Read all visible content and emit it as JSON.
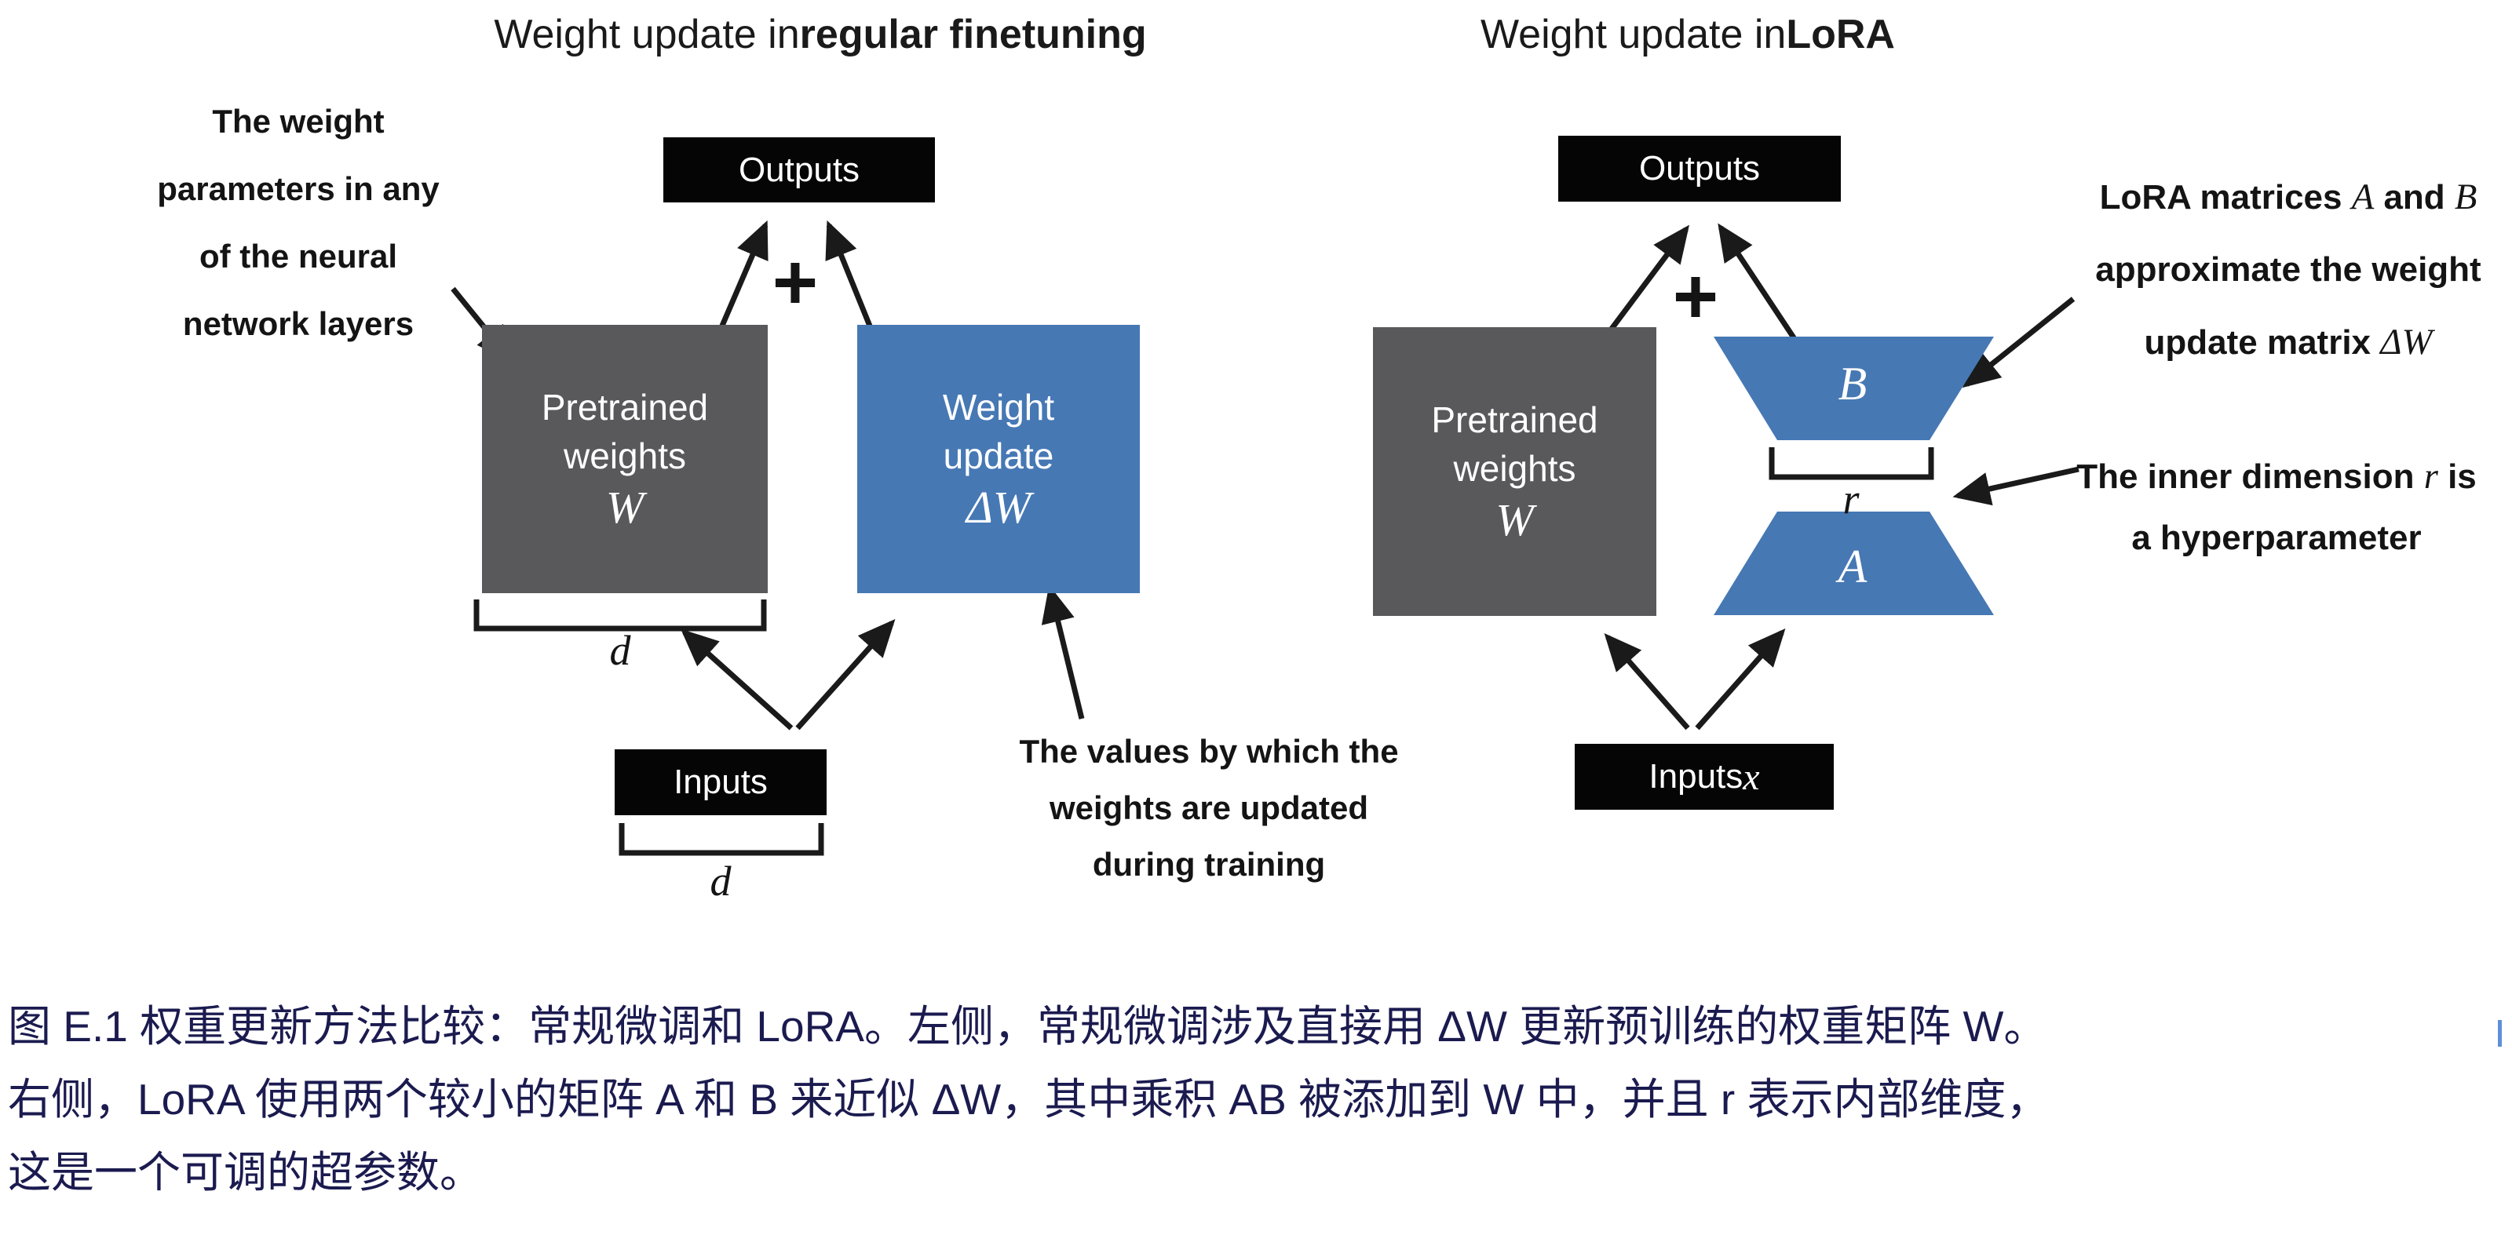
{
  "colors": {
    "matrix_gray": "#59595b",
    "matrix_blue": "#4678b4",
    "io_black": "#050505",
    "caption_navy": "#1b1b50",
    "arrow_black": "#1a1a1a",
    "cursor_blue": "#5f8fd9"
  },
  "left_panel": {
    "title_segments": [
      {
        "t": "Weight update in "
      },
      {
        "t": "regular finetuning",
        "b": true
      }
    ],
    "annotation_weights": {
      "lines": [
        "The weight",
        "parameters in any",
        "of the neural",
        "network layers"
      ]
    },
    "outputs_label": "Outputs",
    "plus_sign": "+",
    "pretrained_box": {
      "line1": "Pretrained",
      "line2": "weights",
      "math": "W"
    },
    "update_box": {
      "line1": "Weight",
      "line2": "update",
      "math": "ΔW"
    },
    "dim_label_weights": "d",
    "inputs_label": "Inputs",
    "dim_label_inputs": "d",
    "annotation_values": {
      "lines": [
        "The values by which the",
        "weights are updated",
        "during training"
      ]
    }
  },
  "right_panel": {
    "title_segments": [
      {
        "t": "Weight update in "
      },
      {
        "t": "LoRA",
        "b": true
      }
    ],
    "outputs_label": "Outputs",
    "plus_sign": "+",
    "pretrained_box": {
      "line1": "Pretrained",
      "line2": "weights",
      "math": "W"
    },
    "matrix_b_label": "B",
    "matrix_a_label": "A",
    "rank_label": "r",
    "inputs_segments": [
      {
        "t": "Inputs "
      },
      {
        "t": "x",
        "m": true
      }
    ],
    "annotation_lora": {
      "lines": [
        [
          {
            "t": "LoRA matrices "
          },
          {
            "t": "A",
            "m": true
          },
          {
            "t": " and "
          },
          {
            "t": "B",
            "m": true
          }
        ],
        [
          {
            "t": "approximate the weight"
          }
        ],
        [
          {
            "t": "update matrix "
          },
          {
            "t": "ΔW",
            "m": true
          }
        ]
      ]
    },
    "annotation_rank": {
      "lines": [
        [
          {
            "t": "The inner dimension "
          },
          {
            "t": "r",
            "m": true
          },
          {
            "t": " is"
          }
        ],
        [
          {
            "t": "a hyperparameter"
          }
        ]
      ]
    }
  },
  "caption": {
    "lines": [
      "图 E.1 权重更新方法比较：常规微调和 LoRA。左侧，常规微调涉及直接用 ΔW 更新预训练的权重矩阵 W。",
      "右侧，LoRA 使用两个较小的矩阵 A 和 B 来近似 ΔW，其中乘积 AB 被添加到 W 中，并且 r 表示内部维度，",
      "这是一个可调的超参数。"
    ]
  }
}
